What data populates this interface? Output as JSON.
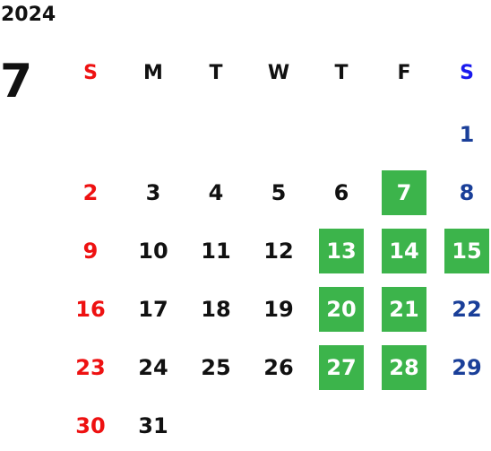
{
  "calendar": {
    "year": "2024",
    "month": "7",
    "weekdays": [
      "S",
      "M",
      "T",
      "W",
      "T",
      "F",
      "S"
    ],
    "first_weekday_index": 6,
    "days": [
      "1",
      "2",
      "3",
      "4",
      "5",
      "6",
      "7",
      "8",
      "9",
      "10",
      "11",
      "12",
      "13",
      "14",
      "15",
      "16",
      "17",
      "18",
      "19",
      "20",
      "21",
      "22",
      "23",
      "24",
      "25",
      "26",
      "27",
      "28",
      "29",
      "30",
      "31"
    ],
    "highlighted_days": [
      "7",
      "13",
      "14",
      "15",
      "20",
      "21",
      "27",
      "28"
    ]
  },
  "colors": {
    "sunday": "#ee1111",
    "saturday": "#1a1aee",
    "saturday_day": "#1a3f99",
    "text": "#111111",
    "highlight_bg": "#3cb44b",
    "highlight_text": "#ffffff"
  }
}
